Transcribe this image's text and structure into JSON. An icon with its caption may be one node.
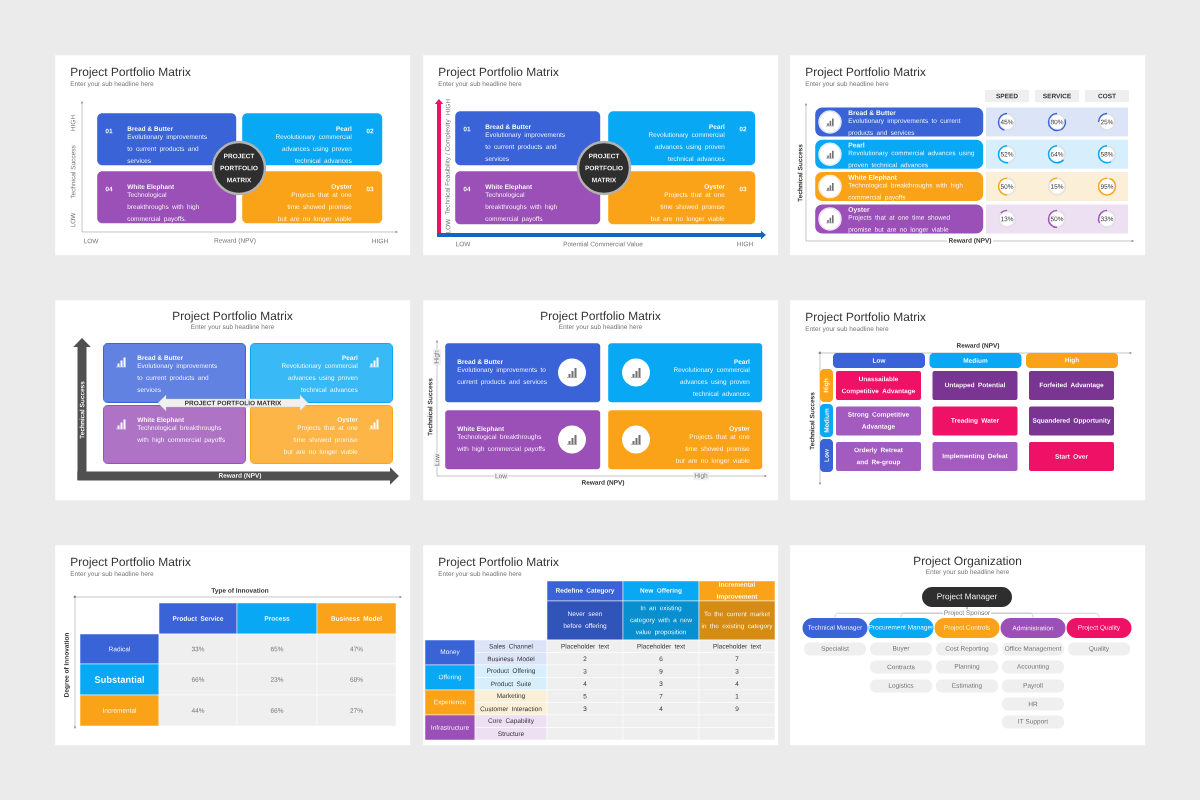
{
  "diagram": {
    "nodes": [
      {
        "text": [
          "Project Portfolio Matrix",
          "Enter your sub headline here"
        ]
      },
      {
        "text": [
          "01",
          "Bread & Butter",
          "Evolutionary improvements to current products and services"
        ],
        "in": 0
      },
      {
        "text": [
          "Pearl",
          "02",
          "Revolutionary commercial advances using proven technical advances"
        ],
        "in": 0
      },
      {
        "text": [
          "04",
          "White Elephant",
          "Technological breakthroughs with high commercial payoffs."
        ],
        "in": 0
      },
      {
        "text": [
          "Oyster",
          "03",
          "Projects that at one time showed promise but are no longer viable"
        ],
        "in": 0
      },
      {
        "text": [
          "PROJECT PORTFOLIO MATRIX"
        ],
        "in": 0
      },
      {
        "text": [
          "Project Portfolio Matrix",
          "Enter your sub headline here"
        ]
      },
      {
        "text": [
          "01",
          "Bread & Butter",
          "Evolutionary improvements to current products and services"
        ],
        "in": 6
      },
      {
        "text": [
          "Pearl",
          "02",
          "Revolutionary commercial advances using proven technical advances"
        ],
        "in": 6
      },
      {
        "text": [
          "04",
          "White Elephant",
          "Technological breakthroughs with high commercial payoffs"
        ],
        "in": 6
      },
      {
        "text": [
          "Oyster",
          "03",
          "Projects that at one time showed promise but are no longer viable"
        ],
        "in": 6
      },
      {
        "text": [
          "PROJECT PORTFOLIO MATRIX"
        ],
        "in": 6
      },
      {
        "text": [
          "Project Portfolio Matrix",
          "Enter your sub headline here"
        ]
      },
      {
        "text": [
          "SPEED"
        ],
        "in": 12
      },
      {
        "text": [
          "SERVICE"
        ],
        "in": 12
      },
      {
        "text": [
          "COST"
        ],
        "in": 12
      },
      {
        "text": [
          "Bread & Butter",
          "Evolutionary improvements to current products and services"
        ],
        "in": 12
      },
      {
        "text": [
          "Pearl",
          "Revolutionary commercial advances using proven technical advances"
        ],
        "in": 12
      },
      {
        "text": [
          "White Elephant",
          "Technological breakthroughs with high commercial payoffs"
        ],
        "in": 12
      },
      {
        "text": [
          "Oyster",
          "Projects that at one time showed promise but are no longer viable"
        ],
        "in": 12
      },
      {
        "text": [
          "45%"
        ],
        "in": 12
      },
      {
        "text": [
          "80%"
        ],
        "in": 12
      },
      {
        "text": [
          "25%"
        ],
        "in": 12
      },
      {
        "text": [
          "52%"
        ],
        "in": 12
      },
      {
        "text": [
          "64%"
        ],
        "in": 12
      },
      {
        "text": [
          "58%"
        ],
        "in": 12
      },
      {
        "text": [
          "50%"
        ],
        "in": 12
      },
      {
        "text": [
          "15%"
        ],
        "in": 12
      },
      {
        "text": [
          "95%"
        ],
        "in": 12
      },
      {
        "text": [
          "13%"
        ],
        "in": 12
      },
      {
        "text": [
          "50%"
        ],
        "in": 12
      },
      {
        "text": [
          "33%"
        ],
        "in": 12
      },
      {
        "text": [
          "Project Portfolio Matrix",
          "Enter your sub headline here"
        ]
      },
      {
        "text": [
          "Bread & Butter",
          "Evolutionary improvements to current products and services"
        ],
        "in": 32
      },
      {
        "text": [
          "Pearl",
          "Revolutionary commercial advances using proven technical advances"
        ],
        "in": 32
      },
      {
        "text": [
          "White Elephant",
          "Technological breakthroughs with high commercial payoffs"
        ],
        "in": 32
      },
      {
        "text": [
          "Oyster",
          "Projects that at one time showed promise but are no longer viable"
        ],
        "in": 32
      },
      {
        "text": [
          "PROJECT PORTFOLIO MATRIX"
        ],
        "in": 32
      },
      {
        "text": [
          "Project Portfolio Matrix",
          "Enter your sub headline here"
        ]
      },
      {
        "text": [
          "Bread & Butter",
          "Evolutionary improvements to current products and services"
        ],
        "in": 38
      },
      {
        "text": [
          "Pearl",
          "Revolutionary commercial advances using proven technical advances"
        ],
        "in": 38
      },
      {
        "text": [
          "White Elephant",
          "Technological breakthroughs with high commercial payoffs"
        ],
        "in": 38
      },
      {
        "text": [
          "Oyster",
          "Projects that at one time showed promise but are no longer viable"
        ],
        "in": 38
      },
      {
        "text": [
          "Project Portfolio Matrix",
          "Enter your sub headline here"
        ]
      },
      {
        "text": [
          "Low"
        ],
        "in": 43
      },
      {
        "text": [
          "Medium"
        ],
        "in": 43
      },
      {
        "text": [
          "High"
        ],
        "in": 43
      },
      {
        "text": [
          "High"
        ],
        "in": 43
      },
      {
        "text": [
          "Medium"
        ],
        "in": 43
      },
      {
        "text": [
          "Low"
        ],
        "in": 43
      },
      {
        "text": [
          "Unassailable Competitive Advantage"
        ],
        "in": 43
      },
      {
        "text": [
          "Untapped Potential"
        ],
        "in": 43
      },
      {
        "text": [
          "Forfeited Advantage"
        ],
        "in": 43
      },
      {
        "text": [
          "Strong Competitive Advantage"
        ],
        "in": 43
      },
      {
        "text": [
          "Treading Water"
        ],
        "in": 43
      },
      {
        "text": [
          "Squandered Opportunity"
        ],
        "in": 43
      },
      {
        "text": [
          "Orderly Retreat and Re-group"
        ],
        "in": 43
      },
      {
        "text": [
          "Implementing Defeat"
        ],
        "in": 43
      },
      {
        "text": [
          "Start Over"
        ],
        "in": 43
      },
      {
        "text": [
          "Project Portfolio Matrix",
          "Enter your sub headline here"
        ]
      },
      {
        "text": [
          "Project Portfolio Matrix",
          "Enter your sub headline here"
        ]
      },
      {
        "text": [
          "Project Organization",
          "Enter your sub headline here"
        ]
      },
      {
        "text": [
          "Project Manager"
        ],
        "in": 61
      },
      {
        "text": [
          "Technical Manager"
        ],
        "in": 61
      },
      {
        "text": [
          "Procurement Manager"
        ],
        "in": 61
      },
      {
        "text": [
          "Project Controls"
        ],
        "in": 61
      },
      {
        "text": [
          "Administration"
        ],
        "in": 61
      },
      {
        "text": [
          "Project Quality"
        ],
        "in": 61
      },
      {
        "text": [
          "Specialist"
        ],
        "in": 61
      },
      {
        "text": [
          "Buyer"
        ],
        "in": 61
      },
      {
        "text": [
          "Contracts"
        ],
        "in": 61
      },
      {
        "text": [
          "Logistics"
        ],
        "in": 61
      },
      {
        "text": [
          "Cost Reporting"
        ],
        "in": 61
      },
      {
        "text": [
          "Planning"
        ],
        "in": 61
      },
      {
        "text": [
          "Estimating"
        ],
        "in": 61
      },
      {
        "text": [
          "Office Management"
        ],
        "in": 61
      },
      {
        "text": [
          "Accounting"
        ],
        "in": 61
      },
      {
        "text": [
          "Payroll"
        ],
        "in": 61
      },
      {
        "text": [
          "HR"
        ],
        "in": 61
      },
      {
        "text": [
          "IT Support"
        ],
        "in": 61
      },
      {
        "text": [
          "Quality"
        ],
        "in": 61
      }
    ],
    "edges": [
      {
        "from": 62,
        "to": 63,
        "arrow": "none"
      },
      {
        "from": 62,
        "to": 64,
        "arrow": "none"
      },
      {
        "from": 62,
        "to": 65,
        "arrow": "none",
        "label": "Project Sponsor"
      },
      {
        "from": 62,
        "to": 66,
        "arrow": "none"
      },
      {
        "from": 62,
        "to": 67,
        "arrow": "none"
      }
    ],
    "labels": [
      "HIGH",
      "Technical Success",
      "LOW",
      "LOW",
      "Reward (NPV)",
      "HIGH",
      "HIGH",
      "Technical Feasibility / Complexity",
      "LOW",
      "LOW",
      "Potential Commercial Value",
      "HIGH",
      "Technical Success",
      "Reward (NPV)",
      "Technical Success",
      "Reward (NPV)",
      "High",
      "Technical Success",
      "Low",
      "Low",
      "Reward (NPV)",
      "High",
      "Reward (NPV)",
      "Technical Success",
      "Type of Innovation",
      "Degree of Innovation",
      "Product Service",
      "Process",
      "Business Model",
      "Radical",
      "33%",
      "65%",
      "47%",
      "Substantial",
      "66%",
      "23%",
      "68%",
      "Incremental",
      "44%",
      "66%",
      "27%",
      "Redefine Category",
      "New Offering",
      "Incremental Improvement",
      "Never seen before offering",
      "In an existing category with a new value proposition",
      "To the current market in the existing category",
      "Money",
      "Sales Channel",
      "Placeholder text",
      "Placeholder text",
      "Placeholder text",
      "Business Model",
      "2",
      "6",
      "7",
      "Offering",
      "Product Offering",
      "3",
      "9",
      "3",
      "Product Suite",
      "4",
      "3",
      "4",
      "Experience",
      "Marketing",
      "5",
      "7",
      "1",
      "Customer Interaction",
      "3",
      "4",
      "9",
      "Infrastructure",
      "Core Capability",
      "Structure"
    ]
  }
}
